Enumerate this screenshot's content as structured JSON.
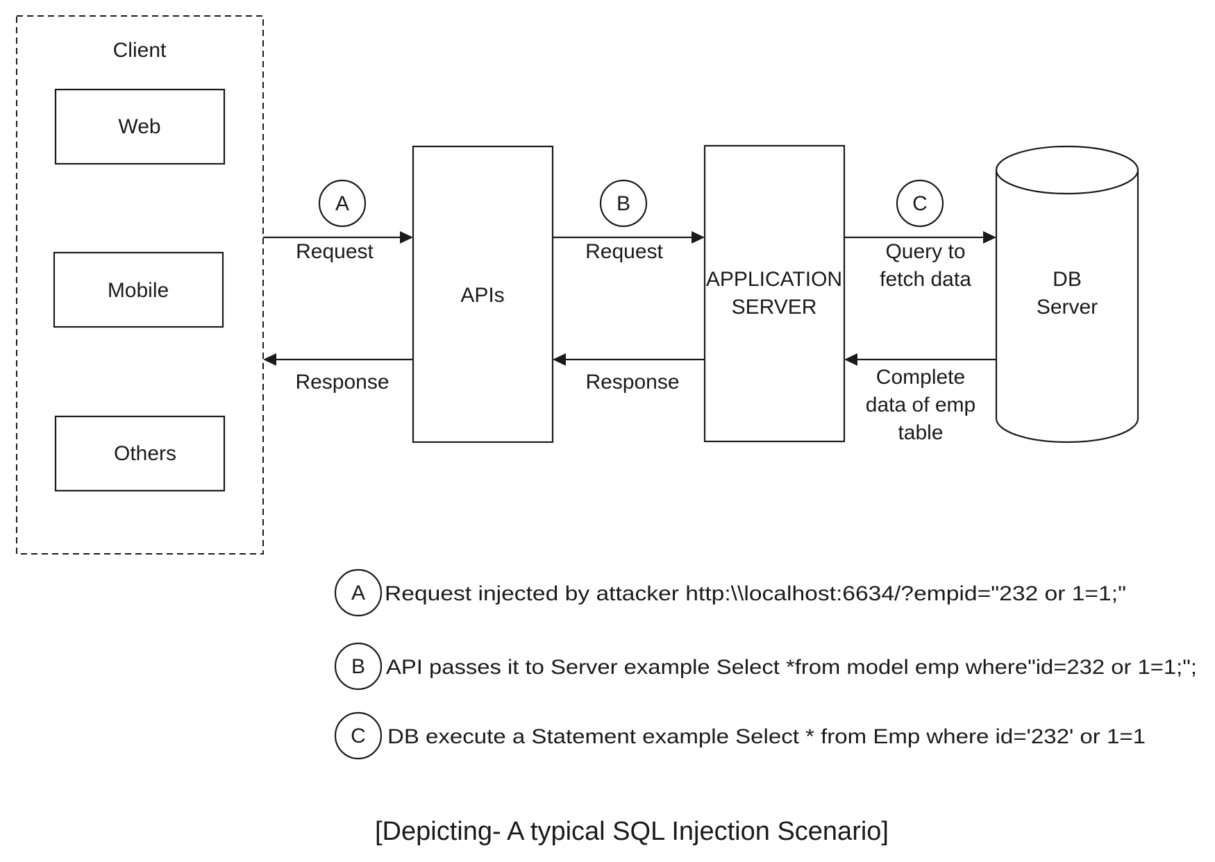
{
  "client": {
    "title": "Client",
    "items": [
      "Web",
      "Mobile",
      "Others"
    ]
  },
  "nodes": {
    "apis": "APIs",
    "app_server": [
      "APPLICATION",
      "SERVER"
    ],
    "db_server": [
      "DB",
      "Server"
    ]
  },
  "steps": {
    "a": "A",
    "b": "B",
    "c": "C"
  },
  "arrows": {
    "client_to_apis": "Request",
    "apis_to_client": "Response",
    "apis_to_app": "Request",
    "app_to_apis": "Response",
    "app_to_db": [
      "Query to",
      "fetch data"
    ],
    "db_to_app": [
      "Complete",
      "data of emp",
      "table"
    ]
  },
  "legend": [
    {
      "marker": "A",
      "text": "Request injected by attacker http:\\\\localhost:6634/?empid=\"232 or 1=1;\""
    },
    {
      "marker": "B",
      "text": "API passes it to Server example Select *from model emp where\"id=232 or 1=1;\";"
    },
    {
      "marker": "C",
      "text": "DB execute a Statement example Select * from Emp where id='232' or 1=1"
    }
  ],
  "caption": "[Depicting- A typical SQL Injection Scenario]"
}
